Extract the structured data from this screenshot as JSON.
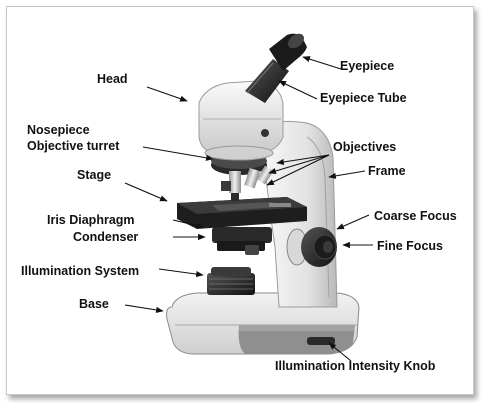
{
  "labels": {
    "eyepiece": "Eyepiece",
    "head": "Head",
    "eyepiece_tube": "Eyepiece Tube",
    "nosepiece": "Nosepiece",
    "objective_turret": "Objective turret",
    "objectives": "Objectives",
    "frame": "Frame",
    "stage": "Stage",
    "coarse_focus": "Coarse Focus",
    "iris_diaphragm": "Iris Diaphragm",
    "condenser": "Condenser",
    "fine_focus": "Fine Focus",
    "illumination_system": "Illumination System",
    "base": "Base",
    "illumination_intensity_knob": "Illumination Intensity Knob"
  },
  "colors": {
    "body_light": "#eeeeee",
    "body_mid": "#bdbdbd",
    "body_dark": "#2b2b2b",
    "text": "#111111"
  }
}
